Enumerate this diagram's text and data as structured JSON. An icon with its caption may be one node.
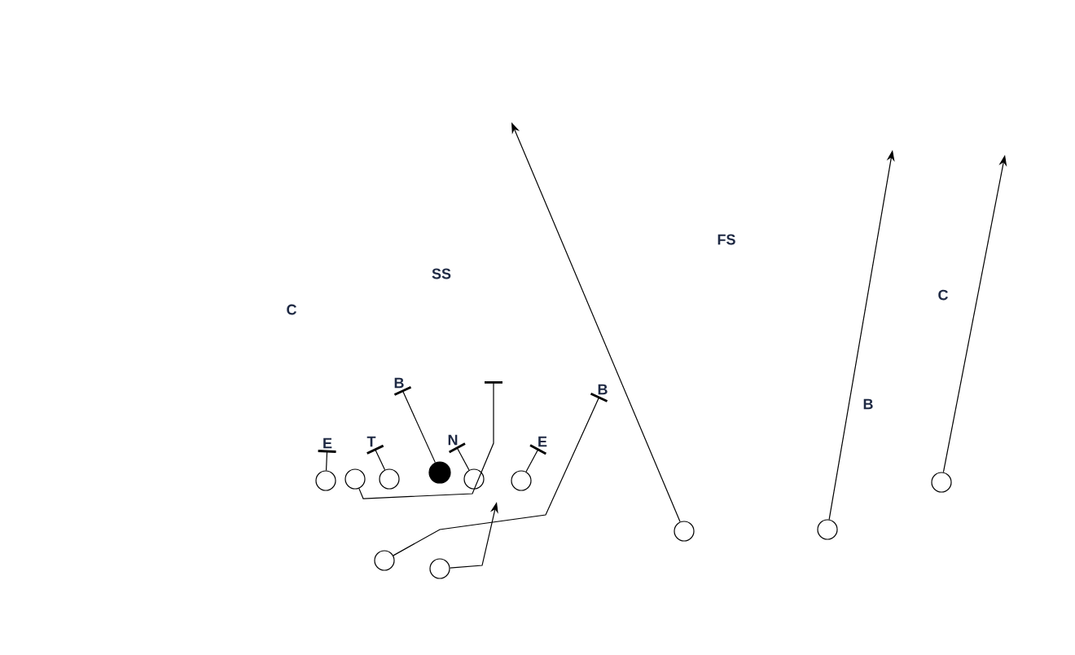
{
  "diagram": {
    "nodes": [
      {
        "text": [
          "C"
        ]
      },
      {
        "text": [
          "SS"
        ]
      },
      {
        "text": [
          "FS"
        ]
      },
      {
        "text": [
          "C"
        ]
      },
      {
        "text": [
          "B"
        ]
      },
      {
        "text": [
          "E"
        ]
      },
      {
        "text": [
          "T"
        ]
      },
      {
        "text": [
          "N"
        ]
      },
      {
        "text": [
          "E"
        ]
      },
      {
        "text": [
          "B"
        ]
      },
      {
        "text": [
          "B"
        ]
      },
      {
        "text": [],
        "shape": "circle"
      },
      {
        "text": [],
        "shape": "circle"
      },
      {
        "text": [],
        "shape": "circle"
      },
      {
        "text": [],
        "shape": "circle"
      },
      {
        "text": [],
        "shape": "circle"
      },
      {
        "text": [],
        "shape": "dot"
      },
      {
        "text": [],
        "shape": "circle"
      },
      {
        "text": [],
        "shape": "circle"
      },
      {
        "text": [],
        "shape": "circle"
      },
      {
        "text": [],
        "shape": "circle"
      },
      {
        "text": [],
        "shape": "circle"
      }
    ],
    "edges": [
      {
        "from": 11,
        "to": 5,
        "arrow": "other"
      },
      {
        "from": 14,
        "to": 6,
        "arrow": "other"
      },
      {
        "from": 16,
        "to": 4,
        "arrow": "other"
      },
      {
        "from": 17,
        "to": 7,
        "arrow": "other"
      },
      {
        "from": 12,
        "to": null,
        "arrow": "other"
      },
      {
        "from": 18,
        "to": 8,
        "arrow": "other"
      },
      {
        "from": 13,
        "to": 9,
        "arrow": "other"
      },
      {
        "from": 15,
        "to": null,
        "arrow": "to"
      },
      {
        "from": 19,
        "to": null,
        "arrow": "to"
      },
      {
        "from": 20,
        "to": null,
        "arrow": "to"
      },
      {
        "from": 21,
        "to": null,
        "arrow": "to"
      }
    ]
  }
}
